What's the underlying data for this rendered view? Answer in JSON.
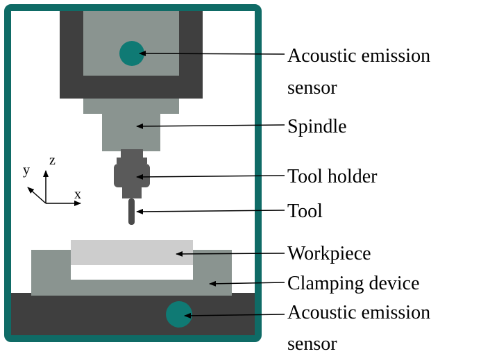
{
  "colors": {
    "frame": "#0f6b66",
    "dark": "#3f3f3f",
    "mid_gray": "#8a9490",
    "light_gray": "#cdcdcd",
    "tool_gray": "#5a5a5a",
    "sensor": "#0f7a74",
    "background": "#ffffff"
  },
  "axes": {
    "x_label": "x",
    "y_label": "y",
    "z_label": "z"
  },
  "labels": {
    "ae_sensor_top_line1": "Acoustic emission",
    "ae_sensor_top_line2": "sensor",
    "spindle": "Spindle",
    "tool_holder": "Tool holder",
    "tool": "Tool",
    "workpiece": "Workpiece",
    "clamping_device": "Clamping device",
    "ae_sensor_bottom_line1": "Acoustic emission",
    "ae_sensor_bottom_line2": "sensor"
  }
}
